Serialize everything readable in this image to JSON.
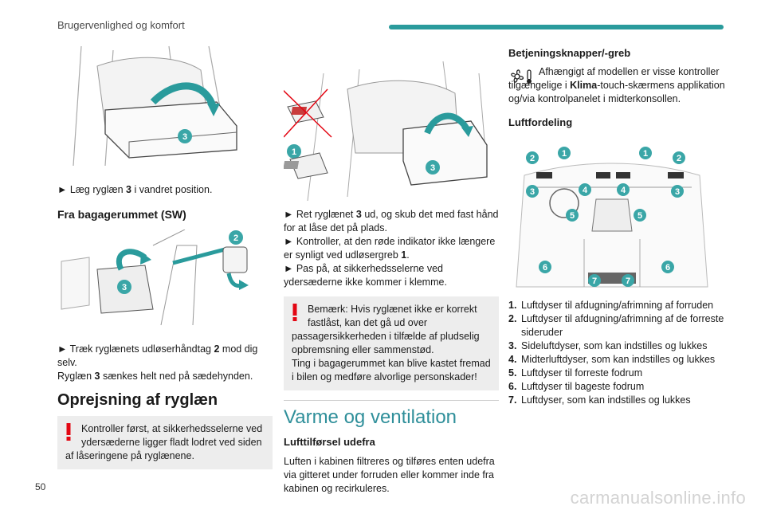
{
  "header": {
    "title": "Brugervenlighed og komfort",
    "accent_color": "#2a9b9c"
  },
  "page_number": "50",
  "watermark": "carmanualsonline.info",
  "col1": {
    "bullet1": {
      "pre": "► Læg ryglæn ",
      "num": "3",
      "post": " i vandret position."
    },
    "heading_trunk": "Fra bagagerummet (SW)",
    "bullet2": {
      "pre": "► Træk ryglænets udløserhåndtag ",
      "num": "2",
      "post": " mod dig selv."
    },
    "line3": {
      "pre": "Ryglæn ",
      "num": "3",
      "post": " sænkes helt ned på sædehynden."
    },
    "heading_raise": "Oprejsning af ryglæn",
    "warning": {
      "line1": "Kontroller først, at sikkerhedsselerne ved",
      "line2": "ydersæderne ligger fladt lodret ved siden",
      "line3": "af låseringene på ryglænene."
    }
  },
  "col2": {
    "bullet1": {
      "pre": "► Ret ryglænet ",
      "num": "3",
      "post": " ud, og skub det med fast hånd for at låse det på plads."
    },
    "bullet2": {
      "pre": "► Kontroller, at den røde indikator ikke længere er synligt ved udløsergreb ",
      "num": "1",
      "post": "."
    },
    "bullet3": "► Pas på, at sikkerhedsselerne ved ydersæderne ikke kommer i klemme.",
    "warning": {
      "line1": "Bemærk: Hvis ryglænet ikke er korrekt",
      "line2": "fastlåst, kan det gå ud over",
      "line3": "passagersikkerheden i tilfælde af pludselig",
      "line4": "opbremsning eller sammenstød.",
      "line5": "Ting i bagagerummet kan blive kastet fremad",
      "line6": "i bilen og medføre alvorlige personskader!"
    },
    "section_title": "Varme og ventilation",
    "subheading": "Lufttilførsel udefra",
    "paragraph": "Luften i kabinen filtreres og tilføres enten udefra via gitteret under forruden eller kommer inde fra kabinen og recirkuleres."
  },
  "col3": {
    "heading_controls": "Betjeningsknapper/-greb",
    "controls_text": {
      "pre": "Afhængigt af modellen er visse kontroller tilgængelige i",
      "bold": "Klima",
      "post": "-touch-skærmens applikation og/via kontrolpanelet i midterkonsollen."
    },
    "heading_distribution": "Luftfordeling",
    "legend": [
      {
        "num": "1.",
        "text": "Luftdyser til afdugning/afrimning af forruden"
      },
      {
        "num": "2.",
        "text": "Luftdyser til afdugning/afrimning af de forreste sideruder"
      },
      {
        "num": "3.",
        "text": "Sideluftdyser, som kan indstilles og lukkes"
      },
      {
        "num": "4.",
        "text": "Midterluftdyser, som kan indstilles og lukkes"
      },
      {
        "num": "5.",
        "text": "Luftdyser til forreste fodrum"
      },
      {
        "num": "6.",
        "text": "Luftdyser til bageste fodrum"
      },
      {
        "num": "7.",
        "text": "Luftdyser, som kan indstilles og lukkes"
      }
    ]
  },
  "figures": {
    "fig1_labels": [
      "3"
    ],
    "fig2_labels": [
      "2",
      "3"
    ],
    "fig3_labels": [
      "1",
      "3"
    ],
    "fig4_labels": [
      "1",
      "1",
      "2",
      "2",
      "3",
      "3",
      "4",
      "4",
      "5",
      "5",
      "6",
      "6",
      "7",
      "7"
    ]
  },
  "colors": {
    "accent": "#3aa6a7",
    "warning": "#e30613",
    "section_title": "#2f8f9a"
  }
}
